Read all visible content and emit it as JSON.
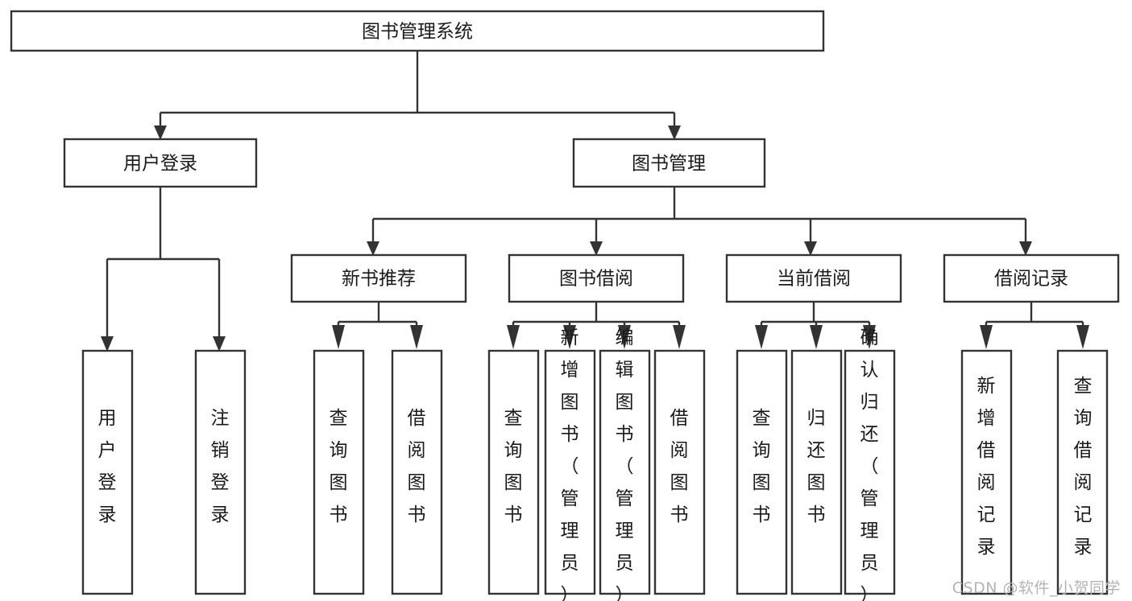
{
  "diagram": {
    "type": "tree-flowchart",
    "title": "图书管理系统",
    "root": {
      "label": "图书管理系统"
    },
    "level2": [
      {
        "label": "用户登录"
      },
      {
        "label": "图书管理"
      }
    ],
    "level3": [
      {
        "label": "新书推荐"
      },
      {
        "label": "图书借阅"
      },
      {
        "label": "当前借阅"
      },
      {
        "label": "借阅记录"
      }
    ],
    "leaves": {
      "user_login": [
        {
          "label": "用户登录"
        },
        {
          "label": "注销登录"
        }
      ],
      "new_book_recommend": [
        {
          "label": "查询图书"
        },
        {
          "label": "借阅图书"
        }
      ],
      "book_borrow": [
        {
          "label": "查询图书"
        },
        {
          "label": "新增图书（管理员）"
        },
        {
          "label": "编辑图书（管理员）"
        },
        {
          "label": "借阅图书"
        }
      ],
      "current_borrow": [
        {
          "label": "查询图书"
        },
        {
          "label": "归还图书"
        },
        {
          "label": "确认归还（管理员）"
        }
      ],
      "borrow_record": [
        {
          "label": "新增借阅记录"
        },
        {
          "label": "查询借阅记录"
        }
      ]
    }
  },
  "watermark": {
    "text": "CSDN @软件_小贺同学"
  },
  "colors": {
    "stroke": "#333333",
    "node_fill": "#ffffff",
    "text": "#1a1a1a",
    "watermark": "#b3b3b3",
    "background": "#ffffff"
  }
}
